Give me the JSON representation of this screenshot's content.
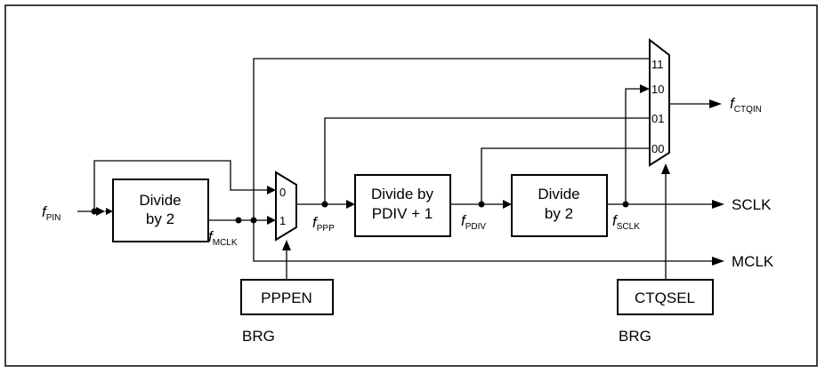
{
  "blocks": {
    "div2_a": [
      "Divide",
      "by 2"
    ],
    "pdiv": [
      "Divide by",
      "PDIV + 1"
    ],
    "div2_b": [
      "Divide",
      "by 2"
    ],
    "pppen": "PPPEN",
    "ctqsel": "CTQSEL"
  },
  "register_labels": {
    "pppen": "BRG",
    "ctqsel": "BRG"
  },
  "signals": {
    "fpin": {
      "base": "f",
      "sub": "PIN"
    },
    "fmclk": {
      "base": "f",
      "sub": "MCLK"
    },
    "fppp": {
      "base": "f",
      "sub": "PPP"
    },
    "fpdiv": {
      "base": "f",
      "sub": "PDIV"
    },
    "fsclk": {
      "base": "f",
      "sub": "SCLK"
    },
    "fctqin": {
      "base": "f",
      "sub": "CTQIN"
    }
  },
  "outputs": {
    "sclk": "SCLK",
    "mclk": "MCLK"
  },
  "mux2": {
    "in0": "0",
    "in1": "1"
  },
  "mux4": {
    "in11": "11",
    "in10": "10",
    "in01": "01",
    "in00": "00"
  }
}
